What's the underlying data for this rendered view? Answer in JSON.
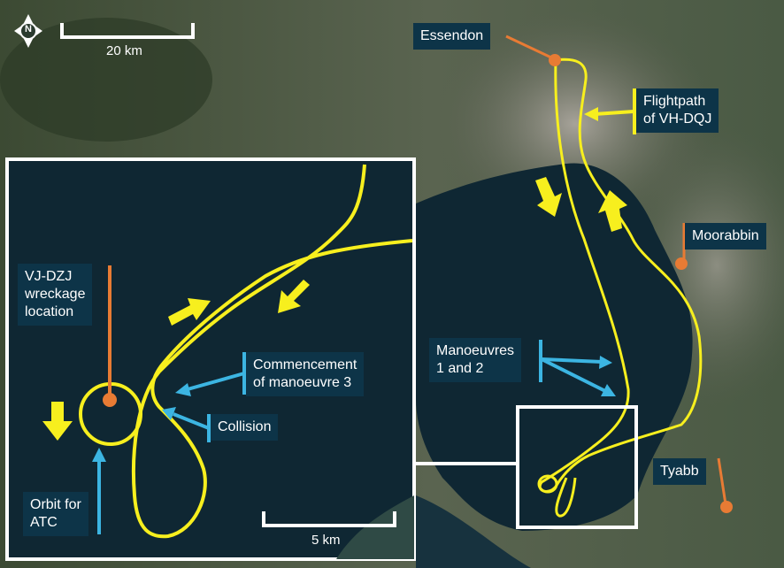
{
  "compass": {
    "letter": "N"
  },
  "scales": {
    "main": "20 km",
    "inset": "5 km"
  },
  "labels": {
    "essendon": "Essendon",
    "flightpath": "Flightpath\nof VH-DQJ",
    "moorabbin": "Moorabbin",
    "manoeuvres": "Manoeuvres\n1 and 2",
    "tyabb": "Tyabb",
    "wreckage": "VJ-DZJ\nwreckage\nlocation",
    "commencement": "Commencement\nof manoeuvre 3",
    "collision": "Collision",
    "orbit": "Orbit for\nATC"
  },
  "colors": {
    "flightpath": "#f7ef1e",
    "location_marker": "#e87b34",
    "pointer": "#3cb5e2",
    "label_bg": "#0d3448",
    "water": "#0f2733",
    "frame": "#ffffff"
  }
}
